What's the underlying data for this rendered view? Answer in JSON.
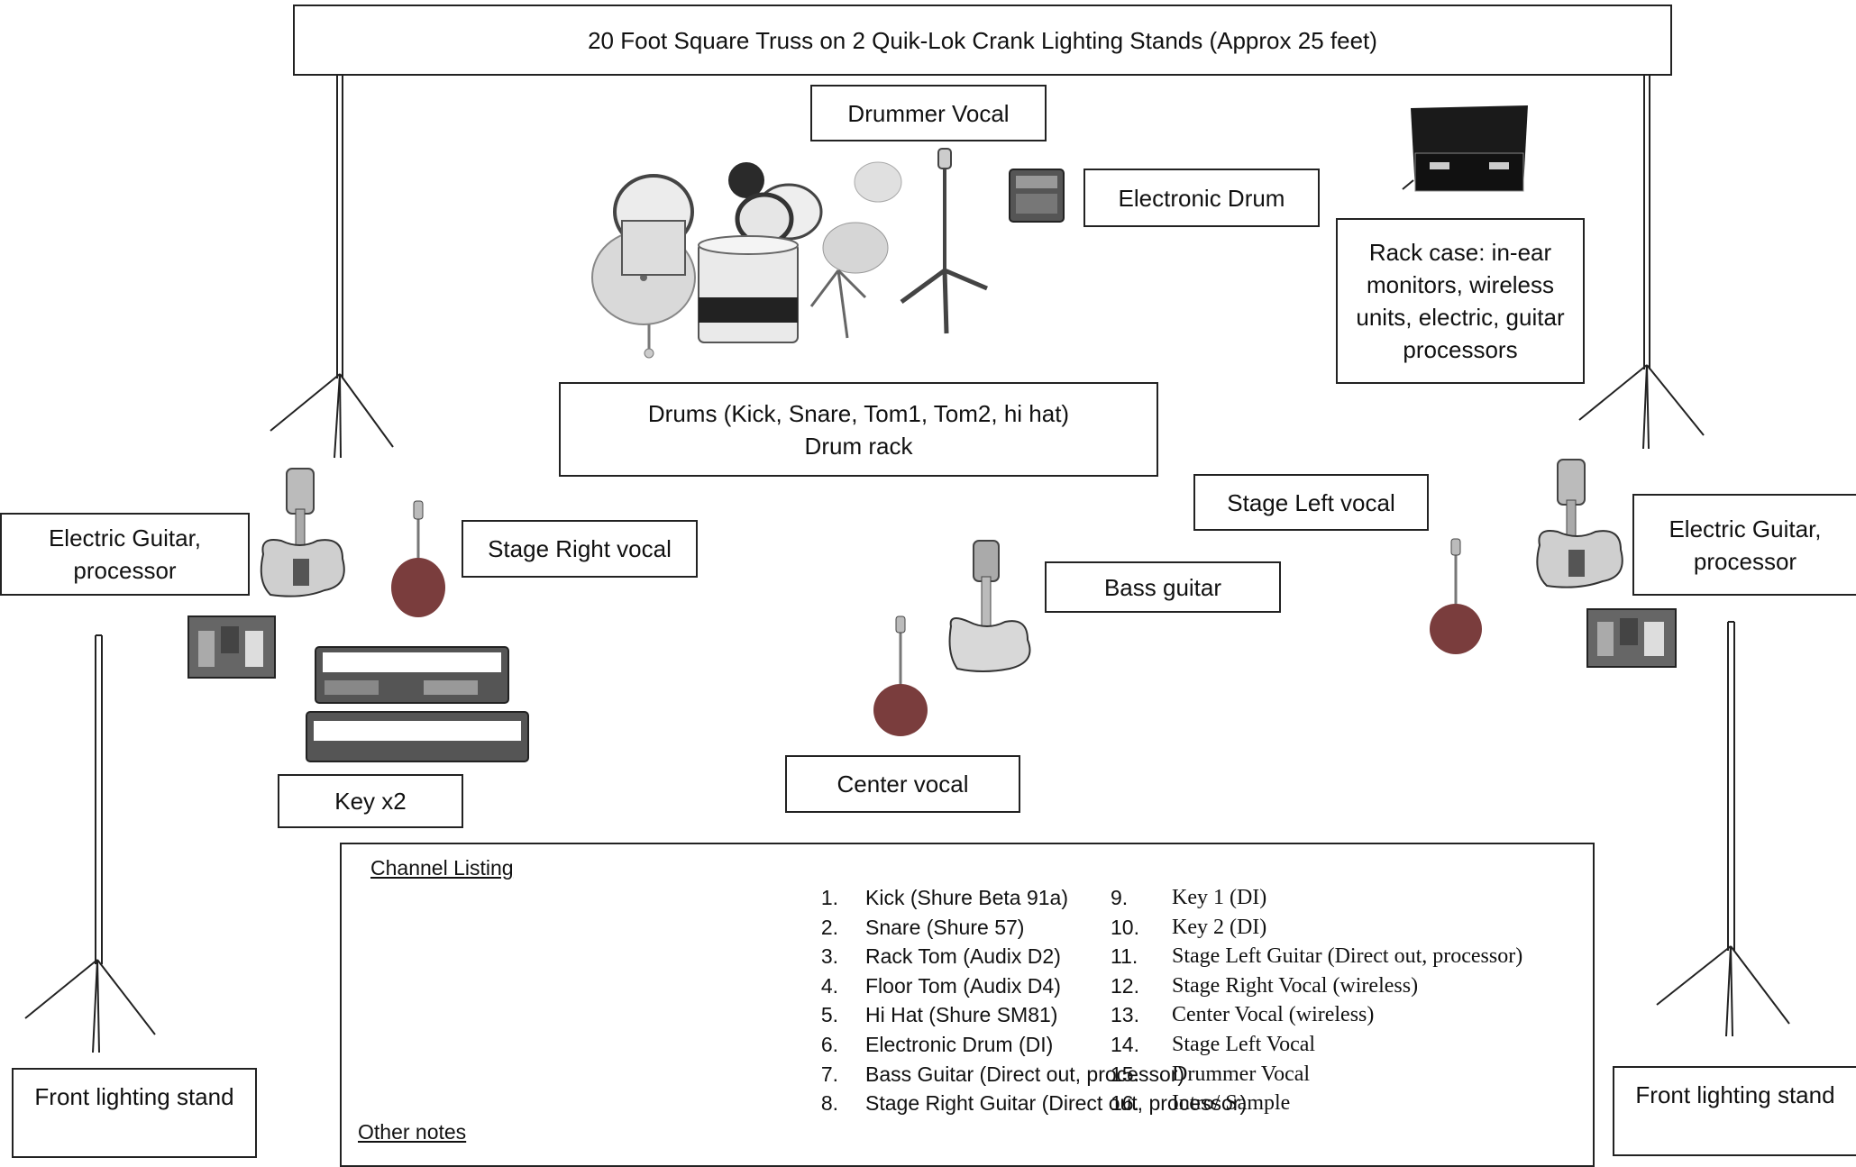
{
  "labels": {
    "truss": "20 Foot Square Truss on 2 Quik-Lok Crank Lighting Stands (Approx 25 feet)",
    "drummer_vocal": "Drummer Vocal",
    "electronic_drum": "Electronic Drum",
    "rack_case": "Rack case: in-ear monitors, wireless units, electric, guitar processors",
    "drums_line1": "Drums (Kick, Snare, Tom1, Tom2, hi hat)",
    "drums_line2": "Drum rack",
    "stage_left_vocal": "Stage Left vocal",
    "electric_guitar_left": "Electric Guitar, processor",
    "electric_guitar_right": "Electric Guitar, processor",
    "stage_right_vocal": "Stage Right vocal",
    "bass_guitar": "Bass guitar",
    "center_vocal": "Center vocal",
    "keys": "Key x2",
    "front_stand_left": "Front lighting stand",
    "front_stand_right": "Front lighting stand"
  },
  "channel_listing": {
    "heading": "Channel Listing",
    "other_notes": "Other notes",
    "channels_left": [
      {
        "num": "1.",
        "text": "Kick (Shure Beta 91a)"
      },
      {
        "num": "2.",
        "text": "Snare (Shure 57)"
      },
      {
        "num": "3.",
        "text": "Rack Tom (Audix D2)"
      },
      {
        "num": "4.",
        "text": "Floor Tom (Audix D4)"
      },
      {
        "num": "5.",
        "text": "Hi Hat (Shure SM81)"
      },
      {
        "num": "6.",
        "text": "Electronic Drum (DI)"
      },
      {
        "num": "7.",
        "text": "Bass Guitar (Direct out, processor)"
      },
      {
        "num": "8.",
        "text": "Stage Right Guitar (Direct out, processor)"
      }
    ],
    "channels_right": [
      {
        "num": "9.",
        "text": "Key 1 (DI)"
      },
      {
        "num": "10.",
        "text": "Key 2 (DI)"
      },
      {
        "num": "11.",
        "text": "Stage Left Guitar (Direct out, processor)"
      },
      {
        "num": "12.",
        "text": "Stage Right Vocal (wireless)"
      },
      {
        "num": "13.",
        "text": "Center Vocal (wireless)"
      },
      {
        "num": "14.",
        "text": "Stage Left Vocal"
      },
      {
        "num": "15.",
        "text": "Drummer Vocal"
      },
      {
        "num": "16.",
        "text": "Intro/ Sample"
      }
    ]
  },
  "icons": [
    "lighting-stand-icon",
    "drum-kit-icon",
    "microphone-stand-icon",
    "drum-module-icon",
    "rack-case-icon",
    "electric-guitar-icon",
    "bass-guitar-icon",
    "pedalboard-icon",
    "keyboard-icon"
  ]
}
